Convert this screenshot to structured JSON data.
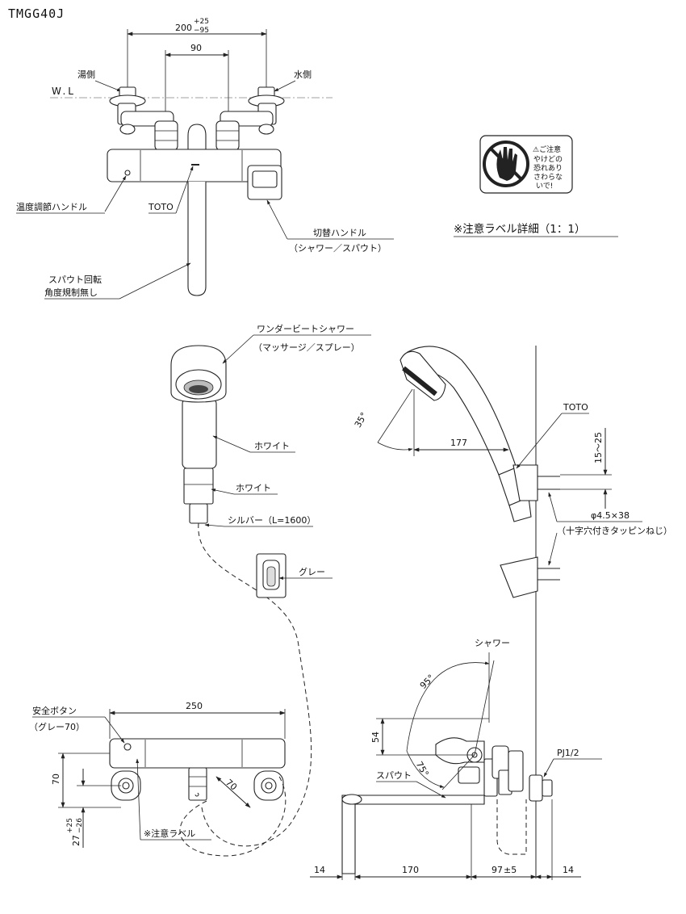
{
  "model_number": "TMGG40J",
  "top_view": {
    "dim_width": "200",
    "dim_width_tol_plus": "+25",
    "dim_width_tol_minus": "−95",
    "dim_center": "90",
    "label_hot_side": "湯側",
    "label_cold_side": "水側",
    "label_water_level": "W.L",
    "label_temp_handle": "温度調節ハンドル",
    "label_brand": "TOTO",
    "label_switch_handle": "切替ハンドル",
    "label_switch_handle_sub": "（シャワー／スパウト）",
    "label_spout_rotation_1": "スパウト回転",
    "label_spout_rotation_2": "角度規制無し"
  },
  "caution_label": {
    "title": "⚠ご注意",
    "lines": [
      "やけどの",
      "恐れあり",
      "さわらな",
      "いで!"
    ],
    "caption": "※注意ラベル詳細（1：1）"
  },
  "shower_view": {
    "label_shower_name": "ワンダービートシャワー",
    "label_shower_modes": "（マッサージ／スプレー）",
    "label_white_1": "ホワイト",
    "label_white_2": "ホワイト",
    "label_hose": "シルバー（L=1600）",
    "label_grey": "グレー"
  },
  "side_shower_view": {
    "angle_35": "35°",
    "dim_177": "177",
    "label_brand": "TOTO",
    "dim_range": "15～25",
    "label_screw": "φ4.5×38",
    "label_screw_sub": "（十字穴付きタッピンねじ）"
  },
  "front_view": {
    "label_safety_button": "安全ボタン",
    "label_safety_button_sub": "（グレー70）",
    "dim_250": "250",
    "dim_70_vertical": "70",
    "dim_70_diagonal": "70",
    "dim_27": "27",
    "dim_27_tol_plus": "+25",
    "dim_27_tol_minus": "−26",
    "label_caution": "※注意ラベル"
  },
  "side_view": {
    "label_shower": "シャワー",
    "angle_95": "95°",
    "angle_75": "75°",
    "dim_54": "54",
    "label_spout": "スパウト",
    "label_pipe": "PJ1/2",
    "dim_14_left": "14",
    "dim_170": "170",
    "dim_97": "97",
    "dim_97_tol": "±5",
    "dim_14_right": "14"
  }
}
